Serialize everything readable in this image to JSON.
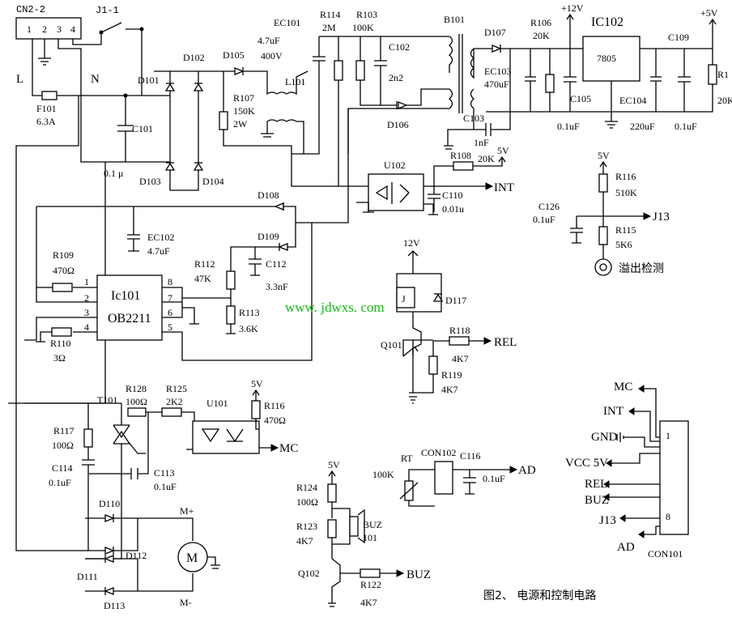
{
  "caption": "图2、 电源和控制电路",
  "watermark": "www. jdwxs. com",
  "connectors": {
    "cn2": {
      "name": "CN2-2",
      "pins": [
        "1",
        "2",
        "3",
        "4"
      ]
    },
    "j1": "J1-1",
    "con101": {
      "name": "CON101",
      "pin_first": "1",
      "pin_last": "8",
      "signals": [
        "MC",
        "INT",
        "GND",
        "VCC 5V",
        "REL",
        "BUZ",
        "J13",
        "AD"
      ]
    },
    "con102": "CON102"
  },
  "mains": {
    "l": "L",
    "n": "N"
  },
  "rails": {
    "v12": "+12V",
    "v5": "+5V",
    "r5v": "5V",
    "r12v": "12V"
  },
  "ics": {
    "ic102_name": "IC102",
    "ic102_part": "7805",
    "ic101_name": "Ic101",
    "ic101_part": "OB2211",
    "ic101_pins": [
      "1",
      "2",
      "3",
      "4",
      "8",
      "7",
      "6",
      "5"
    ],
    "u101": "U101",
    "u102": "U102",
    "t101": "T101",
    "b101": "B101",
    "relay": "J",
    "motor": "M",
    "motor_plus": "M+",
    "motor_minus": "M-",
    "l101": "L101"
  },
  "labels": {
    "f101": "F101",
    "f101_val": "6.3A",
    "c101": "C101",
    "c101_val": "0.1 μ",
    "d101": "D101",
    "d102": "D102",
    "d103": "D103",
    "d104": "D104",
    "d105": "D105",
    "r107": "R107",
    "r107_val1": "150K",
    "r107_val2": "2W",
    "ec101": "EC101",
    "ec101_val1": "4.7uF",
    "ec101_val2": "400V",
    "r114": "R114",
    "r114_val": "2M",
    "r103": "R103",
    "r103_val": "100K",
    "c102": "C102",
    "c102_val": "2n2",
    "d106": "D106",
    "d107": "D107",
    "ec103": "EC103",
    "ec103_val": "470uF",
    "r106": "R106",
    "r106_val": "20K",
    "c105": "C105",
    "c105_val": "0.1uF",
    "ec104": "EC104",
    "ec104_val": "220uF",
    "c109": "C109",
    "c109_val": "0.1uF",
    "r1x": "R1",
    "r1x_val": "20K",
    "c103": "C103",
    "c103_val": "1nF",
    "r108": "R108",
    "r108_val": "20K",
    "c110": "C110",
    "c110_val": "0.01u",
    "int": "INT",
    "r116a": "R116",
    "r116a_val": "510K",
    "c126": "C126",
    "c126_val": "0.1uF",
    "j13": "J13",
    "r115": "R115",
    "r115_val": "5K6",
    "overflow": "溢出检测",
    "ec102": "EC102",
    "ec102_val": "4.7uF",
    "d108": "D108",
    "d109": "D109",
    "r112": "R112",
    "r112_val": "47K",
    "c112": "C112",
    "c112_val": "3.3nF",
    "r113": "R113",
    "r113_val": "3.6K",
    "r109": "R109",
    "r109_val": "470Ω",
    "r110": "R110",
    "r110_val": "3Ω",
    "d117": "D117",
    "q101": "Q101",
    "r118": "R118",
    "r118_val": "4K7",
    "rel": "REL",
    "r119": "R119",
    "r119_val": "4K7",
    "r128": "R128",
    "r128_val": "100Ω",
    "r125": "R125",
    "r125_val": "2K2",
    "r116b": "R116",
    "r116b_val": "470Ω",
    "mc": "MC",
    "r117": "R117",
    "r117_val": "100Ω",
    "c114": "C114",
    "c114_val": "0.1uF",
    "c113": "C113",
    "c113_val": "0.1uF",
    "d110": "D110",
    "d111": "D111",
    "d112": "D112",
    "d113": "D113",
    "rt": "RT",
    "rt_val": "100K",
    "c116": "C116",
    "c116_val": "0.1uF",
    "ad": "AD",
    "r124": "R124",
    "r124_val": "100Ω",
    "r123": "R123",
    "r123_val": "4K7",
    "buz_name": "BUZ",
    "buz_val": "101",
    "q102": "Q102",
    "r122": "R122",
    "r122_val": "4K7",
    "buz": "BUZ"
  }
}
